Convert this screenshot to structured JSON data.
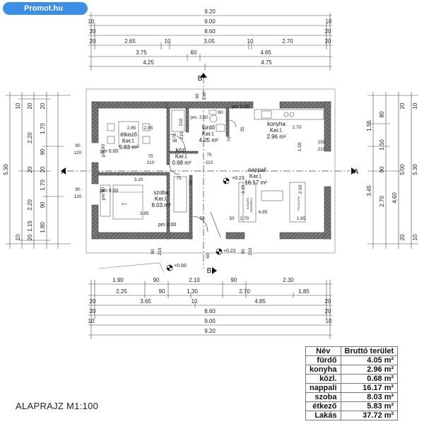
{
  "badge": "Promot.hu",
  "caption": "ALAPRAJZ M1:100",
  "table": {
    "headers": [
      "Név",
      "Bruttó terület"
    ],
    "rows": [
      [
        "fürdő",
        "4.05 m²"
      ],
      [
        "konyha",
        "2.96 m²"
      ],
      [
        "közl.",
        "0.68 m²"
      ],
      [
        "nappali",
        "16.17 m²"
      ],
      [
        "szoba",
        "8.03 m²"
      ],
      [
        "étkező",
        "5.83 m²"
      ],
      [
        "Lakás",
        "37.72 m²"
      ]
    ]
  },
  "rooms": [
    {
      "name": "étkező",
      "floor": "Ker.l.",
      "area": "5.83 m²"
    },
    {
      "name": "fürdő",
      "floor": "Ker.l.",
      "area": "4.05 m²"
    },
    {
      "name": "konyha",
      "floor": "Ker.l.",
      "area": "2.96 m²"
    },
    {
      "name": "közl.",
      "floor": "Ker.l.",
      "area": "0.68 m²"
    },
    {
      "name": "szoba",
      "floor": "Ker.l.",
      "area": "8.03 m²"
    },
    {
      "name": "nappali",
      "floor": "Ker.l.",
      "area": "16.17 m²"
    }
  ],
  "levels": [
    "pm 0.00",
    "pm 0.00",
    "pm 0.00",
    "pm 0.00",
    "+0.23",
    "+0.22",
    "+0.00"
  ],
  "section_markers": [
    "A",
    "A",
    "B",
    "B"
  ],
  "dims_top": {
    "row1": [
      "9.20"
    ],
    "row2": [
      "10",
      "9.00",
      "10"
    ],
    "row3": [
      "20",
      "8.60",
      "20"
    ],
    "row4": [
      "20",
      "2.65",
      "10",
      "3.05",
      "10",
      "2.70",
      "20"
    ],
    "row5": [
      "3.75",
      "60",
      "4.65"
    ],
    "row6": [
      "4.25",
      "4.75"
    ]
  },
  "dims_bottom": {
    "row1": [
      "1.90",
      "90",
      "2.10",
      "90",
      "2.30"
    ],
    "row2": [
      "2.25",
      "90",
      "1.30",
      "2.70",
      "1.85"
    ],
    "row3": [
      "20",
      "3.65",
      "10",
      "4.85",
      "20"
    ],
    "row4": [
      "20",
      "8.60",
      "20"
    ],
    "row5": [
      "10",
      "9.00",
      "10"
    ],
    "row6": [
      "9.20"
    ]
  },
  "dims_left": {
    "outer": [
      "5.30"
    ],
    "mid": [
      "10",
      "20",
      "2.20",
      "20",
      "2.20",
      "20"
    ],
    "inner": [
      "10",
      "20",
      "1.70",
      "90",
      "20",
      "1.70",
      "90",
      "1.15",
      "1.80"
    ]
  },
  "dims_right": {
    "outer": [
      "5.30"
    ],
    "mid": [
      "10",
      "20",
      "5.00",
      "20",
      "10"
    ],
    "inner": [
      "1.55",
      "80",
      "1.50",
      "4.60",
      "90",
      "2.70",
      "3.45"
    ]
  },
  "interior_labels": [
    "2.85",
    "2.70",
    "1.50",
    "150",
    "210",
    "75",
    "210",
    "75",
    "210",
    "75",
    "210",
    "38",
    "90",
    "75",
    "2.85",
    "3.20",
    "3.85",
    "3.15",
    "2.50",
    "4.85",
    "1.65",
    "2.70",
    "50",
    "50",
    "90",
    "210",
    "60",
    "210",
    "60",
    "90",
    "210",
    "90",
    "120",
    "90",
    "120",
    "pm 90",
    "pm 90",
    "70",
    "35",
    "210",
    "60",
    "pm. 2.60",
    "SZEKRÉNY",
    "TOLÓAJTÓ",
    "KANAPÉ",
    "ÁGY"
  ],
  "colors": {
    "wall": "#555555",
    "line": "#333333",
    "axis": "#444444",
    "fill": "#ffffff",
    "badge": "#3b8fe6"
  }
}
